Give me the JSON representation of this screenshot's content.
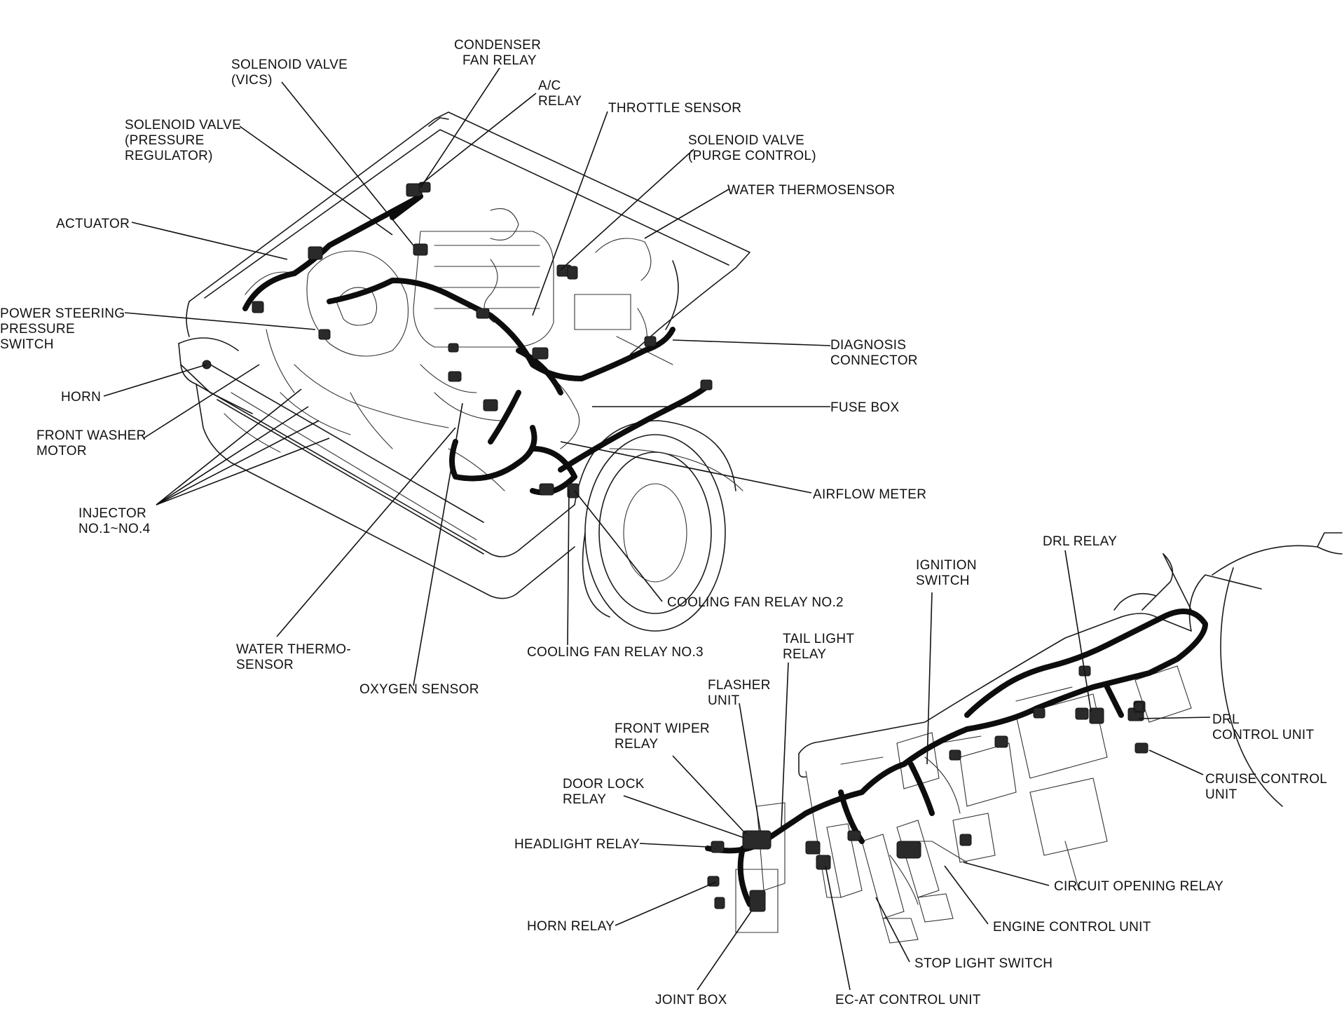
{
  "labels": {
    "condenser_fan_relay": [
      "CONDENSER",
      "FAN RELAY"
    ],
    "solenoid_valve_vics": [
      "SOLENOID VALVE",
      "(VICS)"
    ],
    "ac_relay": [
      "A/C",
      "RELAY"
    ],
    "throttle_sensor": [
      "THROTTLE SENSOR"
    ],
    "solenoid_valve_pressure": [
      "SOLENOID VALVE",
      "(PRESSURE",
      "REGULATOR)"
    ],
    "solenoid_valve_purge": [
      "SOLENOID VALVE",
      "(PURGE CONTROL)"
    ],
    "water_thermosensor_top": [
      "WATER THERMOSENSOR"
    ],
    "actuator": [
      "ACTUATOR"
    ],
    "power_steering_switch": [
      "POWER STEERING",
      "PRESSURE",
      "SWITCH"
    ],
    "diagnosis_connector": [
      "DIAGNOSIS",
      "CONNECTOR"
    ],
    "horn": [
      "HORN"
    ],
    "fuse_box": [
      "FUSE BOX"
    ],
    "front_washer_motor": [
      "FRONT WASHER",
      "MOTOR"
    ],
    "airflow_meter": [
      "AIRFLOW METER"
    ],
    "injector": [
      "INJECTOR",
      "NO.1~NO.4"
    ],
    "drl_relay": [
      "DRL RELAY"
    ],
    "ignition_switch": [
      "IGNITION",
      "SWITCH"
    ],
    "cooling_fan_relay_2": [
      "COOLING FAN RELAY NO.2"
    ],
    "water_thermo_sensor_bottom": [
      "WATER THERMO-",
      "SENSOR"
    ],
    "tail_light_relay": [
      "TAIL LIGHT",
      "RELAY"
    ],
    "cooling_fan_relay_3": [
      "COOLING FAN RELAY NO.3"
    ],
    "flasher_unit": [
      "FLASHER",
      "UNIT"
    ],
    "oxygen_sensor": [
      "OXYGEN SENSOR"
    ],
    "drl_control_unit": [
      "DRL",
      "CONTROL UNIT"
    ],
    "front_wiper_relay": [
      "FRONT WIPER",
      "RELAY"
    ],
    "cruise_control_unit": [
      "CRUISE CONTROL",
      "UNIT"
    ],
    "door_lock_relay": [
      "DOOR LOCK",
      "RELAY"
    ],
    "headlight_relay": [
      "HEADLIGHT RELAY"
    ],
    "circuit_opening_relay": [
      "CIRCUIT OPENING RELAY"
    ],
    "horn_relay": [
      "HORN RELAY"
    ],
    "engine_control_unit": [
      "ENGINE CONTROL UNIT"
    ],
    "stop_light_switch": [
      "STOP LIGHT SWITCH"
    ],
    "joint_box": [
      "JOINT BOX"
    ],
    "ecat_control_unit": [
      "EC-AT CONTROL UNIT"
    ]
  }
}
